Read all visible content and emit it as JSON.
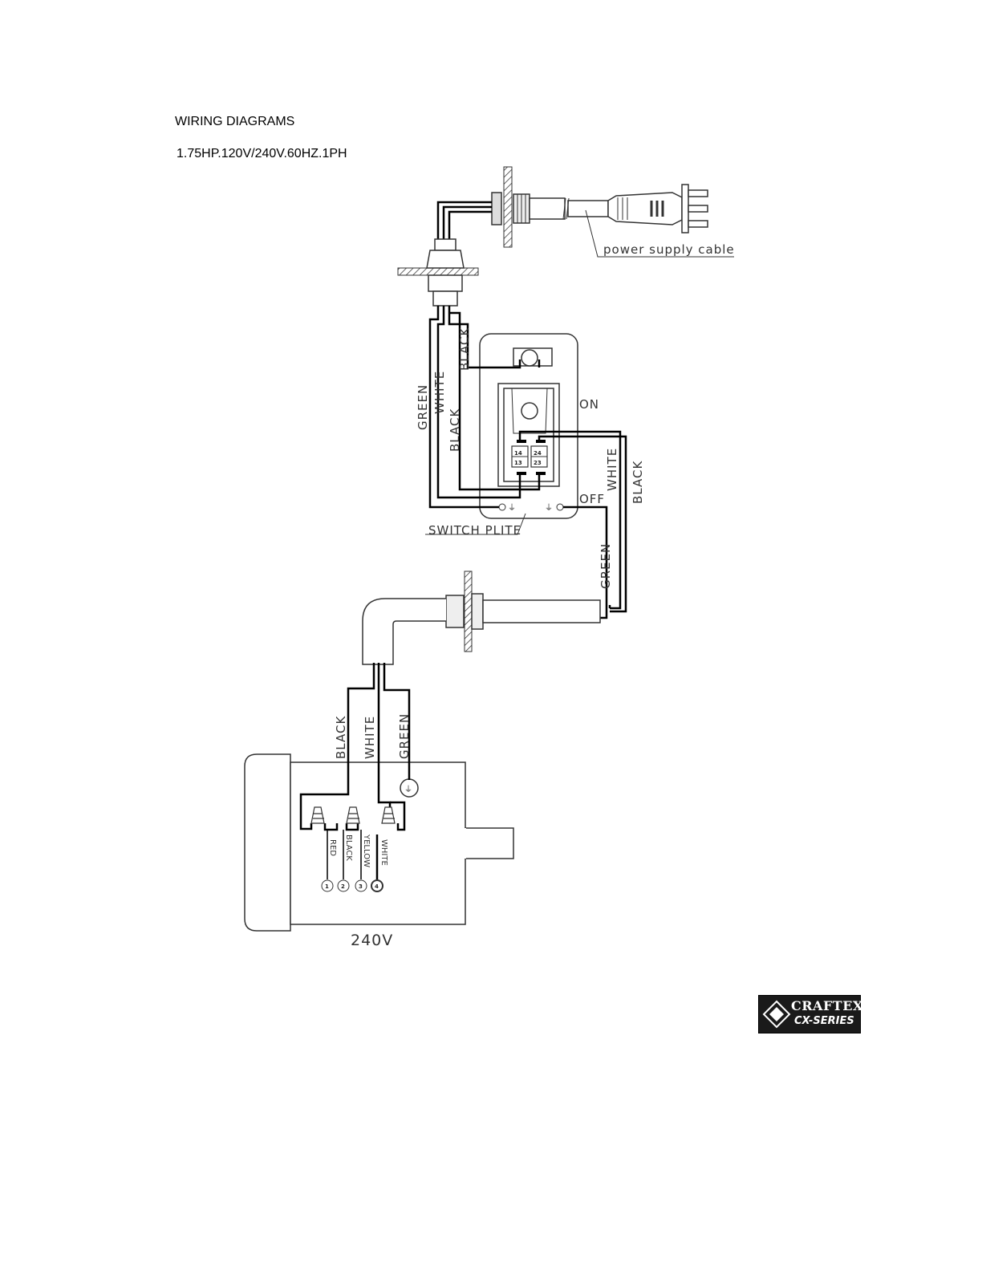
{
  "header": {
    "title": "WIRING DIAGRAMS",
    "subtitle": "1.75HP.120V/240V.60HZ.1PH"
  },
  "labels": {
    "power_cable": "power supply cable",
    "switch_plate": "SWITCH PLITE",
    "on": "ON",
    "off": "OFF",
    "voltage": "240V",
    "wire_green": "GREEN",
    "wire_white": "WHITE",
    "wire_black": "BLACK"
  },
  "terminals": {
    "t14": "14",
    "t24": "24",
    "t13": "13",
    "t23": "23"
  },
  "motor_leads": [
    {
      "color": "RED",
      "number": "1"
    },
    {
      "color": "BLACK",
      "number": "2"
    },
    {
      "color": "YELLOW",
      "number": "3"
    },
    {
      "color": "WHITE",
      "number": "4"
    }
  ],
  "logo": {
    "line1": "CRAFTEX",
    "line2": "CX-SERIES"
  }
}
